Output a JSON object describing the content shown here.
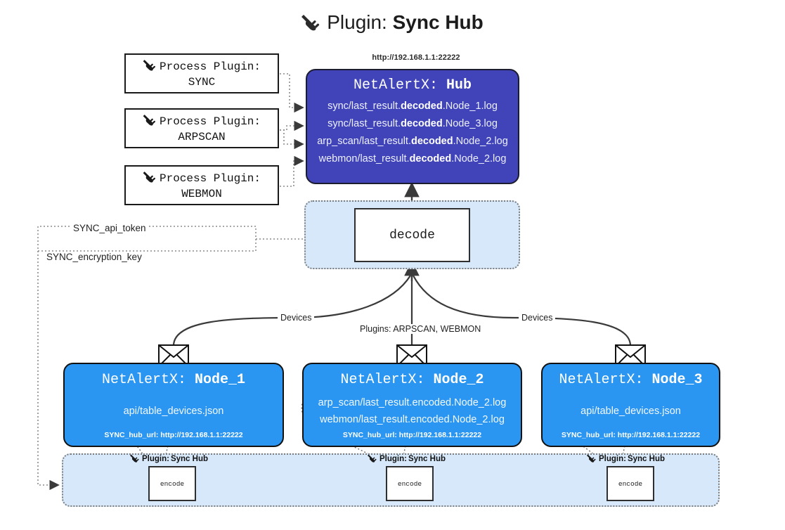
{
  "title": {
    "icon": "plug-icon",
    "lead": "Plugin:",
    "name": "Sync Hub"
  },
  "process_plugins": [
    {
      "icon": "plug-icon",
      "label": "Process Plugin:",
      "name": "SYNC"
    },
    {
      "icon": "plug-icon",
      "label": "Process Plugin:",
      "name": "ARPSCAN"
    },
    {
      "icon": "plug-icon",
      "label": "Process Plugin:",
      "name": "WEBMON"
    }
  ],
  "hub": {
    "url": "http://192.168.1.1:22222",
    "title_prefix": "NetAlertX:",
    "title_name": "Hub",
    "logs": [
      {
        "pre": "sync/last_result.",
        "mid": "decoded",
        "post": ".Node_1.log"
      },
      {
        "pre": "sync/last_result.",
        "mid": "decoded",
        "post": ".Node_3.log"
      },
      {
        "pre": "arp_scan/last_result.",
        "mid": "decoded",
        "post": ".Node_2.log"
      },
      {
        "pre": "webmon/last_result.",
        "mid": "decoded",
        "post": ".Node_2.log"
      }
    ]
  },
  "decode": {
    "label": "decode"
  },
  "tokens": {
    "api_token": "SYNC_api_token",
    "encryption_key": "SYNC_encryption_key"
  },
  "edges": {
    "devices_left": "Devices",
    "devices_right": "Devices",
    "plugins_middle": "Plugins: ARPSCAN, WEBMON"
  },
  "nodes": [
    {
      "title_prefix": "NetAlertX:",
      "title_name": "Node_1",
      "lines": [
        "api/table_devices.json"
      ],
      "footer": "SYNC_hub_url: http://192.168.1.1:22222",
      "icon": "envelope-icon"
    },
    {
      "title_prefix": "NetAlertX:",
      "title_name": "Node_2",
      "lines": [
        "arp_scan/last_result.encoded.Node_2.log",
        "webmon/last_result.encoded.Node_2.log"
      ],
      "footer": "SYNC_hub_url: http://192.168.1.1:22222",
      "icon": "envelope-icon"
    },
    {
      "title_prefix": "NetAlertX:",
      "title_name": "Node_3",
      "lines": [
        "api/table_devices.json"
      ],
      "footer": "SYNC_hub_url: http://192.168.1.1:22222",
      "icon": "envelope-icon"
    }
  ],
  "encoders": [
    {
      "plugin_lead": "Plugin:",
      "plugin_name": "Sync Hub",
      "label": "encode",
      "icon": "plug-icon"
    },
    {
      "plugin_lead": "Plugin:",
      "plugin_name": "Sync Hub",
      "label": "encode",
      "icon": "plug-icon"
    },
    {
      "plugin_lead": "Plugin:",
      "plugin_name": "Sync Hub",
      "label": "encode",
      "icon": "plug-icon"
    }
  ],
  "colors": {
    "hub_bg": "#4044b8",
    "node_bg": "#2b96f1",
    "container_bg": "#d6e8fa",
    "stroke": "#333333"
  }
}
